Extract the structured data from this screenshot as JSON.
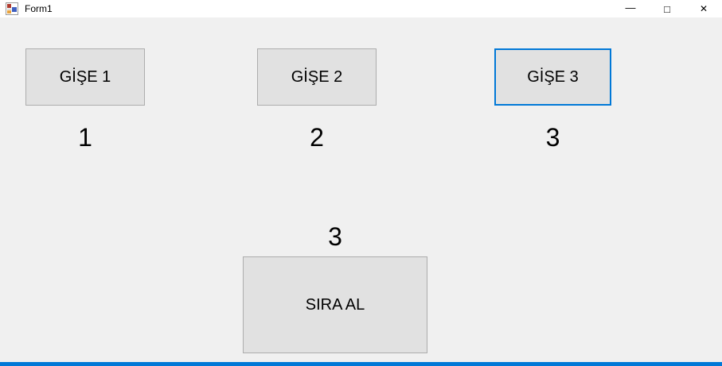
{
  "window": {
    "title": "Form1",
    "controls": {
      "minimize": "—",
      "maximize": "□",
      "close": "✕"
    }
  },
  "counters": [
    {
      "button_label": "GİŞE 1",
      "count": "1"
    },
    {
      "button_label": "GİŞE 2",
      "count": "2"
    },
    {
      "button_label": "GİŞE 3",
      "count": "3"
    }
  ],
  "queue": {
    "number": "3",
    "button_label": "SIRA AL"
  },
  "colors": {
    "titlebar_bg": "#ffffff",
    "client_bg": "#f0f0f0",
    "button_bg": "#e1e1e1",
    "button_border": "#adadad",
    "focus_border": "#0078d7",
    "accent_bar": "#0078d7"
  }
}
